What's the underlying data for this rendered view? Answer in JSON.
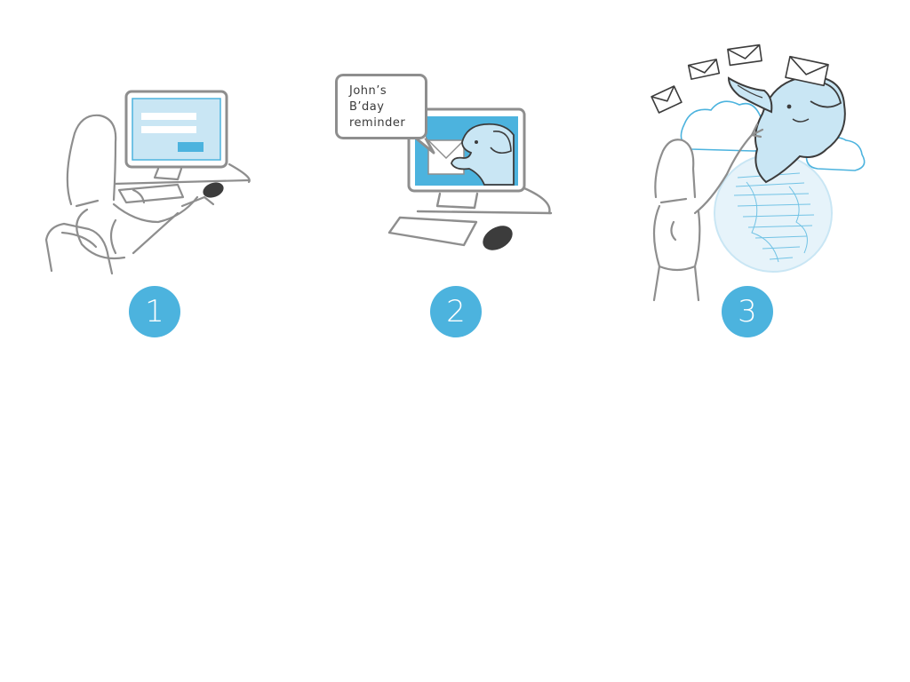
{
  "colors": {
    "accent": "#4cb3de",
    "accent_light": "#c9e6f4",
    "line": "#8e8e8e",
    "dark": "#3c3c3c"
  },
  "steps": [
    {
      "number": "1"
    },
    {
      "number": "2"
    },
    {
      "number": "3"
    }
  ],
  "speech_bubble": {
    "text": "John’s\nB’day\nreminder"
  },
  "icons": {
    "step1": "woman-at-computer-illustration",
    "step2": "elephant-envelope-monitor-illustration",
    "step3": "flying-elephant-emails-globe-illustration"
  }
}
